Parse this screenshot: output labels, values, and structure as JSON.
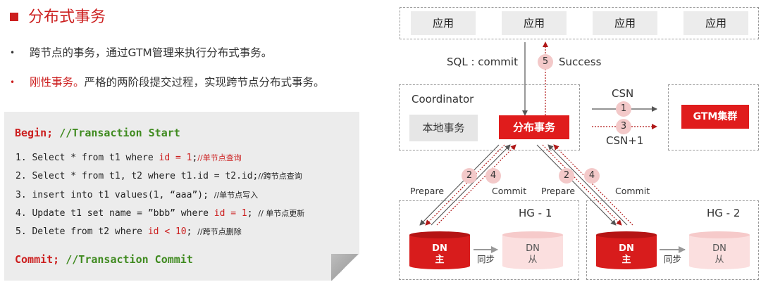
{
  "left": {
    "title": "分布式事务",
    "bullet1": "跨节点的事务，通过GTM管理来执行分布式事务。",
    "bullet2_red": "刚性事务。",
    "bullet2_rest": "严格的两阶段提交过程，实现跨节点分布式事务。",
    "bullet_dot": "•",
    "code": {
      "begin_kw": "Begin;",
      "begin_comment": "//Transaction Start",
      "lines": [
        {
          "pre": "1. Select * from t1 where ",
          "hl": "id = 1",
          "post": ";",
          "comment": "//单节点查询"
        },
        {
          "pre": "2. Select * from t1, t2 where t1.id = t2.id;",
          "hl": "",
          "post": "",
          "comment": "//跨节点查询"
        },
        {
          "pre": "3. insert into t1 values(1, “aaa”); ",
          "hl": "",
          "post": "",
          "comment": "//单节点写入"
        },
        {
          "pre": "4. Update t1 set name = ”bbb” where ",
          "hl": "id = 1",
          "post": "; ",
          "comment": "// 单节点更新"
        },
        {
          "pre": "5. Delete from t2 where ",
          "hl": "id < 10",
          "post": "; ",
          "comment": "//跨节点删除"
        }
      ],
      "commit_kw": "Commit;",
      "commit_comment": "//Transaction Commit"
    }
  },
  "diagram": {
    "apps": [
      "应用",
      "应用",
      "应用",
      "应用"
    ],
    "sql_commit": "SQL : commit",
    "success": "Success",
    "step5": "5",
    "coordinator": "Coordinator",
    "local_tx": "本地事务",
    "dist_tx": "分布事务",
    "csn": "CSN",
    "csn_plus": "CSN+1",
    "step1": "1",
    "step3": "3",
    "gtm": "GTM集群",
    "steps_left": [
      "2",
      "4"
    ],
    "steps_right": [
      "2",
      "4"
    ],
    "prepare": "Prepare",
    "commit": "Commit",
    "hg1": "HG - 1",
    "hg2": "HG - 2",
    "dn": "DN",
    "primary": "主",
    "replica": "从",
    "sync": "同步"
  },
  "colors": {
    "accent": "#cc1f1f",
    "box_red": "#e01c1c",
    "green": "#3f8a1f",
    "circle": "#f3c9c9"
  }
}
